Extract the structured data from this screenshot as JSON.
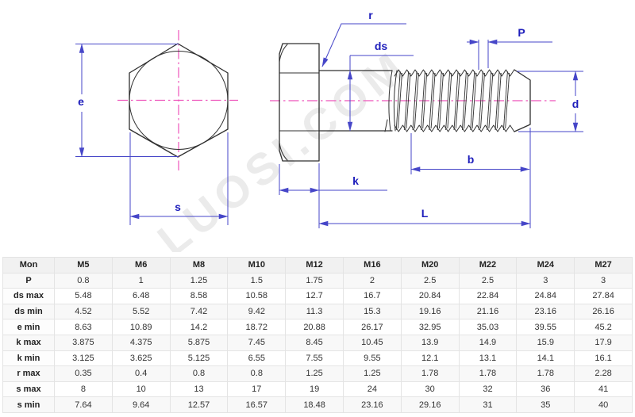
{
  "drawing": {
    "watermark": "LUOSI.COM",
    "labels": {
      "e": "e",
      "s": "s",
      "r": "r",
      "ds": "ds",
      "p": "P",
      "d": "d",
      "k": "k",
      "b": "b",
      "L": "L"
    },
    "colors": {
      "outline": "#303030",
      "dimension": "#4646c8",
      "label_text": "#1d1dbb",
      "centerline": "#ee55bb",
      "watermark": "#ebebeb"
    }
  },
  "table": {
    "columns": [
      "Mon",
      "M5",
      "M6",
      "M8",
      "M10",
      "M12",
      "M16",
      "M20",
      "M22",
      "M24",
      "M27"
    ],
    "rows": [
      {
        "label": "P",
        "values": [
          "0.8",
          "1",
          "1.25",
          "1.5",
          "1.75",
          "2",
          "2.5",
          "2.5",
          "3",
          "3"
        ]
      },
      {
        "label": "ds max",
        "values": [
          "5.48",
          "6.48",
          "8.58",
          "10.58",
          "12.7",
          "16.7",
          "20.84",
          "22.84",
          "24.84",
          "27.84"
        ]
      },
      {
        "label": "ds min",
        "values": [
          "4.52",
          "5.52",
          "7.42",
          "9.42",
          "11.3",
          "15.3",
          "19.16",
          "21.16",
          "23.16",
          "26.16"
        ]
      },
      {
        "label": "e min",
        "values": [
          "8.63",
          "10.89",
          "14.2",
          "18.72",
          "20.88",
          "26.17",
          "32.95",
          "35.03",
          "39.55",
          "45.2"
        ]
      },
      {
        "label": "k max",
        "values": [
          "3.875",
          "4.375",
          "5.875",
          "7.45",
          "8.45",
          "10.45",
          "13.9",
          "14.9",
          "15.9",
          "17.9"
        ]
      },
      {
        "label": "k min",
        "values": [
          "3.125",
          "3.625",
          "5.125",
          "6.55",
          "7.55",
          "9.55",
          "12.1",
          "13.1",
          "14.1",
          "16.1"
        ]
      },
      {
        "label": "r max",
        "values": [
          "0.35",
          "0.4",
          "0.8",
          "0.8",
          "1.25",
          "1.25",
          "1.78",
          "1.78",
          "1.78",
          "2.28"
        ]
      },
      {
        "label": "s max",
        "values": [
          "8",
          "10",
          "13",
          "17",
          "19",
          "24",
          "30",
          "32",
          "36",
          "41"
        ]
      },
      {
        "label": "s min",
        "values": [
          "7.64",
          "9.64",
          "12.57",
          "16.57",
          "18.48",
          "23.16",
          "29.16",
          "31",
          "35",
          "40"
        ]
      }
    ]
  }
}
